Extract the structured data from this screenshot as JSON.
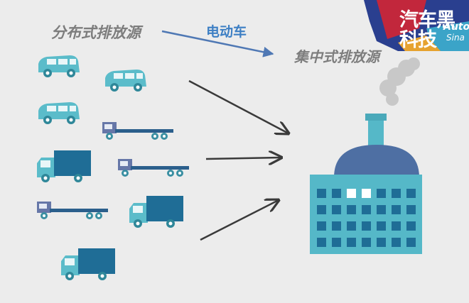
{
  "labels": {
    "distributed": "分布式排放源",
    "ev": "电动车",
    "centralized": "集中式排放源"
  },
  "logo": {
    "line1": "汽车黑",
    "line2": "科技",
    "brand": "Auto",
    "sub": "Sina"
  },
  "colors": {
    "vehicle_body": "#5bbcca",
    "truck_box": "#1f6d96",
    "trailer_cab": "#6677a8",
    "factory": "#55b8c8",
    "dome": "#4e6fa3",
    "window": "#1f6d96",
    "lit_window": "#ffffff",
    "arrow": "#3a3a3a",
    "ev_arrow": "#4f78b4",
    "smoke": "#c8c8c8"
  },
  "vehicles": [
    {
      "type": "van"
    },
    {
      "type": "van"
    },
    {
      "type": "van"
    },
    {
      "type": "flatbed"
    },
    {
      "type": "box-truck"
    },
    {
      "type": "flatbed"
    },
    {
      "type": "flatbed"
    },
    {
      "type": "box-truck"
    },
    {
      "type": "box-truck"
    }
  ],
  "factory": {
    "rows": 4,
    "cols": 7,
    "lit": [
      [
        0,
        2
      ],
      [
        0,
        3
      ]
    ]
  }
}
